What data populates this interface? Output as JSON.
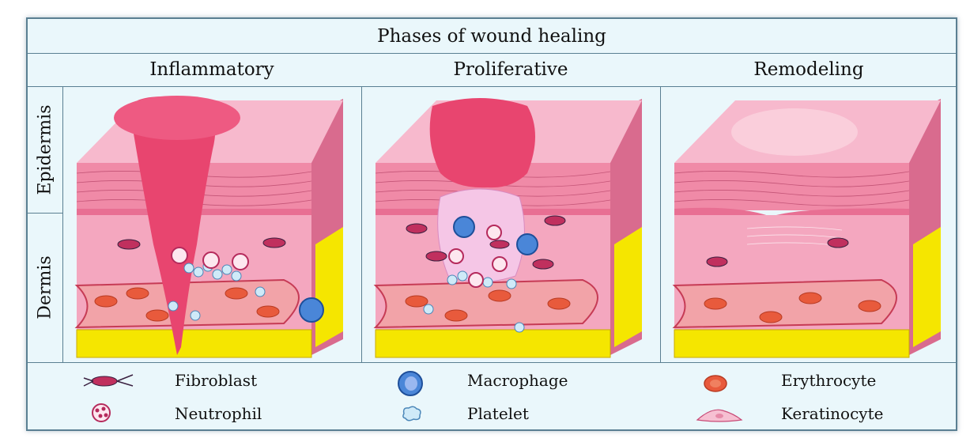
{
  "title": "Phases of wound healing",
  "phases": [
    "Inflammatory",
    "Proliferative",
    "Remodeling"
  ],
  "layers": {
    "epidermis": "Epidermis",
    "dermis": "Dermis"
  },
  "legend": [
    {
      "label": "Fibroblast",
      "icon": "fibroblast-icon"
    },
    {
      "label": "Neutrophil",
      "icon": "neutrophil-icon"
    },
    {
      "label": "Macrophage",
      "icon": "macrophage-icon"
    },
    {
      "label": "Platelet",
      "icon": "platelet-icon"
    },
    {
      "label": "Erythrocyte",
      "icon": "erythrocyte-icon"
    },
    {
      "label": "Keratinocyte",
      "icon": "keratinocyte-icon"
    }
  ],
  "colors": {
    "frame_border": "#5a7f92",
    "background": "#eaf7fb",
    "tissue": "#f4a7bf",
    "wound": "#e8456f",
    "fat": "#f5e600",
    "vessel": "#f2a3a8",
    "erythrocyte": "#e85a3c",
    "macrophage": "#4a86d8"
  }
}
